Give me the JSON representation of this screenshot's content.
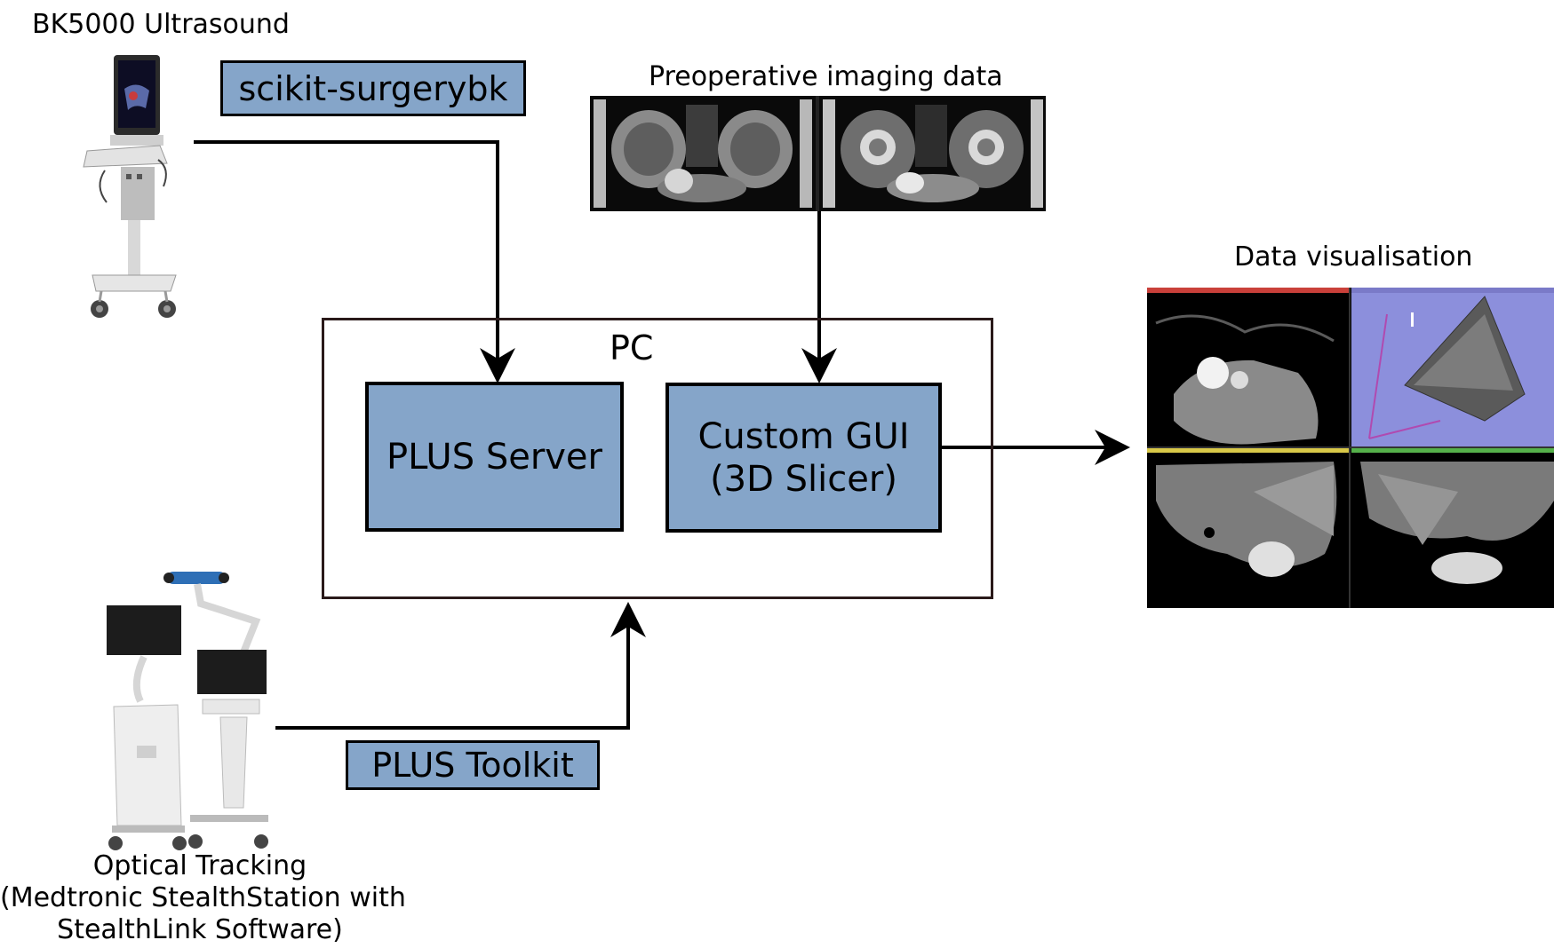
{
  "captions": {
    "ultrasound": "BK5000 Ultrasound",
    "preop": "Preoperative imaging data",
    "visualisation": "Data visualisation",
    "tracking_line1": "Optical Tracking",
    "tracking_line2": "(Medtronic StealthStation with",
    "tracking_line3": "StealthLink Software)"
  },
  "labels": {
    "scikit": "scikit-surgerybk",
    "plus_toolkit": "PLUS Toolkit"
  },
  "pc": {
    "title": "PC",
    "plus_server": "PLUS Server",
    "gui_line1": "Custom GUI",
    "gui_line2": "(3D Slicer)"
  },
  "colors": {
    "box_fill": "#85a5c9",
    "stroke": "#000000"
  },
  "icons": [
    "ultrasound-machine-icon",
    "mri-image-icon",
    "slicer-views-icon",
    "tracking-system-icon"
  ]
}
